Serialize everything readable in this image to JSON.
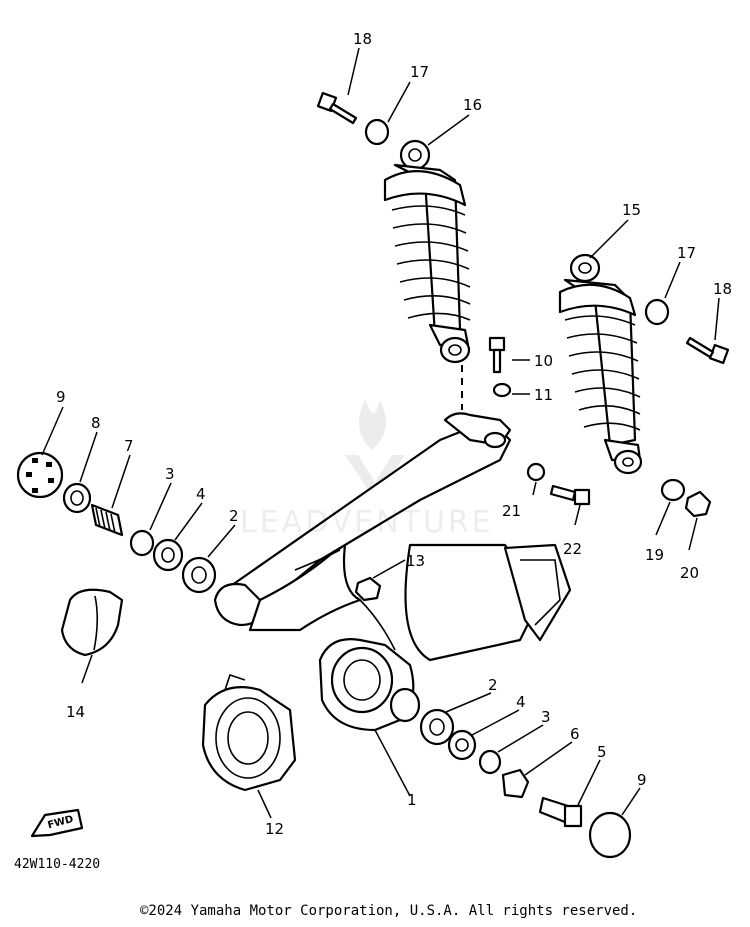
{
  "diagram": {
    "code": "42W110-4220",
    "fwd": "FWD",
    "copyright": "©2024 Yamaha Motor Corporation, U.S.A. All rights reserved.",
    "watermark": "LEADVENTURE",
    "callouts": [
      "1",
      "2",
      "3",
      "4",
      "5",
      "6",
      "7",
      "8",
      "9",
      "10",
      "11",
      "12",
      "13",
      "14",
      "15",
      "16",
      "17",
      "18",
      "19",
      "20",
      "21",
      "22"
    ]
  }
}
